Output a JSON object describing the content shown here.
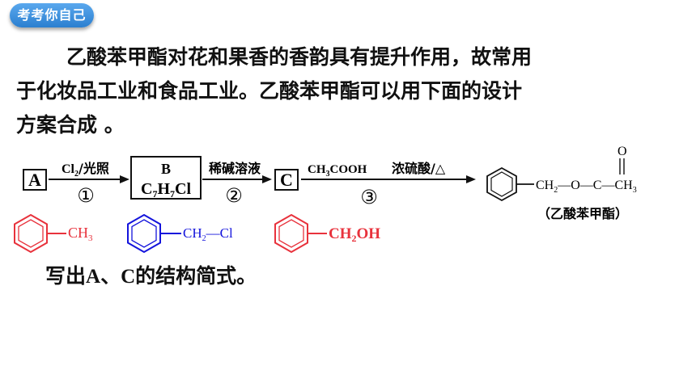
{
  "badge": {
    "label": "考考你自己"
  },
  "paragraph": {
    "line1": "乙酸苯甲酯对花和果香的香韵具有提升作用，故常用",
    "line2": "于化妆品工业和食品工业。乙酸苯甲酯可以用下面的设计",
    "line3": "方案合成 。"
  },
  "scheme": {
    "box_a": "A",
    "box_b_top": "B",
    "box_c": "C",
    "step1": {
      "reagent": "/光照",
      "number": "①"
    },
    "step2": {
      "reagent": "稀碱溶液",
      "number": "②"
    },
    "step3": {
      "reagent": "浓硫酸/△",
      "number": "③"
    },
    "product_name": "（乙酸苯甲酯）"
  },
  "answers": {
    "toluene_color": "#e8323c",
    "benzyl_chloride_color": "#1414dc",
    "benzyl_alcohol_color": "#e8323c"
  },
  "instruction": {
    "prefix": "写出",
    "a": "A",
    "sep": "、",
    "c": "C",
    "suffix": "的结构简式。"
  }
}
